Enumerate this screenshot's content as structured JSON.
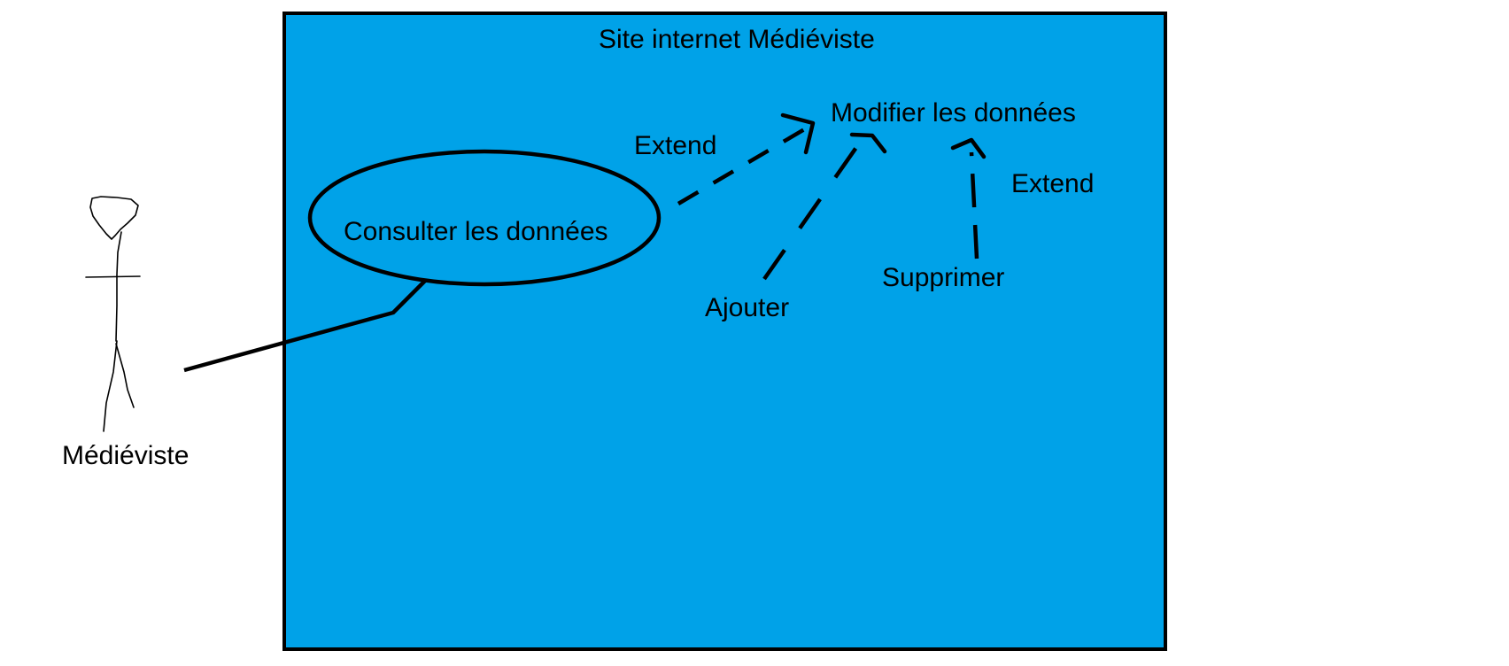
{
  "diagram": {
    "system_title": "Site internet Médiéviste",
    "actor": {
      "name": "Médiéviste",
      "icon": "stick-figure-icon"
    },
    "use_cases": {
      "consult": "Consulter les données",
      "modify": "Modifier les données"
    },
    "relations": {
      "extend_left": "Extend",
      "extend_right": "Extend",
      "add": "Ajouter",
      "delete": "Supprimer"
    },
    "colors": {
      "system_fill": "#00A2E8",
      "stroke": "#000000",
      "text": "#000000",
      "background": "#FFFFFF"
    }
  }
}
